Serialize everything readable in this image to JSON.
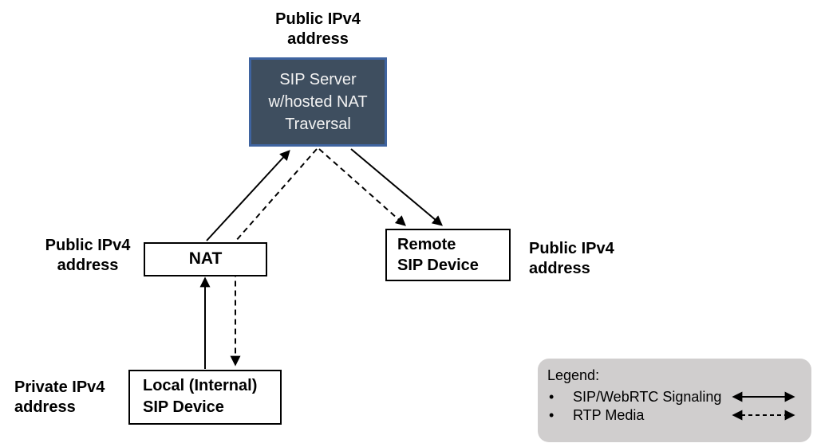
{
  "diagram": {
    "nodes": {
      "sip_server": {
        "lines": [
          "SIP Server",
          "w/hosted NAT",
          "Traversal"
        ],
        "fill_color": "#3E4E5F",
        "border_color": "#3F64A0",
        "text_color": "#F2F2F2"
      },
      "nat": {
        "label": "NAT"
      },
      "remote_sip_device": {
        "lines": [
          "Remote",
          "SIP Device"
        ]
      },
      "local_sip_device": {
        "lines": [
          "Local (Internal)",
          "SIP Device"
        ]
      }
    },
    "address_labels": {
      "server": {
        "line1": "Public IPv4",
        "line2": "address"
      },
      "nat": {
        "line1": "Public IPv4",
        "line2": "address"
      },
      "remote": {
        "line1": "Public IPv4",
        "line2": "address"
      },
      "local": {
        "line1": "Private IPv4",
        "line2": "address"
      }
    },
    "connectors": [
      {
        "name": "local-to-nat",
        "type": "signaling",
        "style": "solid"
      },
      {
        "name": "nat-to-server",
        "type": "signaling",
        "style": "solid"
      },
      {
        "name": "server-to-local-through-nat",
        "type": "media",
        "style": "dashed"
      },
      {
        "name": "server-to-remote-signaling",
        "type": "signaling",
        "style": "solid"
      },
      {
        "name": "server-to-remote-media",
        "type": "media",
        "style": "dashed"
      }
    ],
    "line_color": "#000000"
  },
  "legend": {
    "title": "Legend:",
    "background_color": "#D0CECE",
    "bullet": "•",
    "items": [
      {
        "label": "SIP/WebRTC Signaling",
        "line_style": "solid"
      },
      {
        "label": "RTP Media",
        "line_style": "dashed"
      }
    ]
  }
}
